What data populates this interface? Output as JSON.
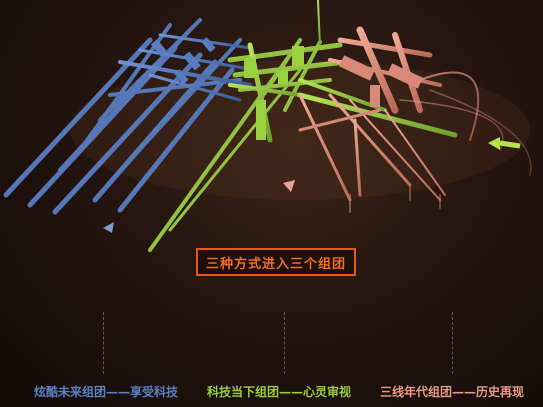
{
  "center_label": "三种方式进入三个组团",
  "zones": [
    {
      "id": "future",
      "caption": "炫酷未来组团——享受科技",
      "color": "#5b7fc4"
    },
    {
      "id": "present",
      "caption": "科技当下组团——心灵审视",
      "color": "#9ccc3a"
    },
    {
      "id": "past",
      "caption": "三线年代组团——历史再现",
      "color": "#e89a86"
    }
  ],
  "colors": {
    "accent": "#e8561c",
    "blue_tube": "#4d6fb0",
    "green_tube": "#8fc43a",
    "pink_tube": "#d98a78"
  }
}
